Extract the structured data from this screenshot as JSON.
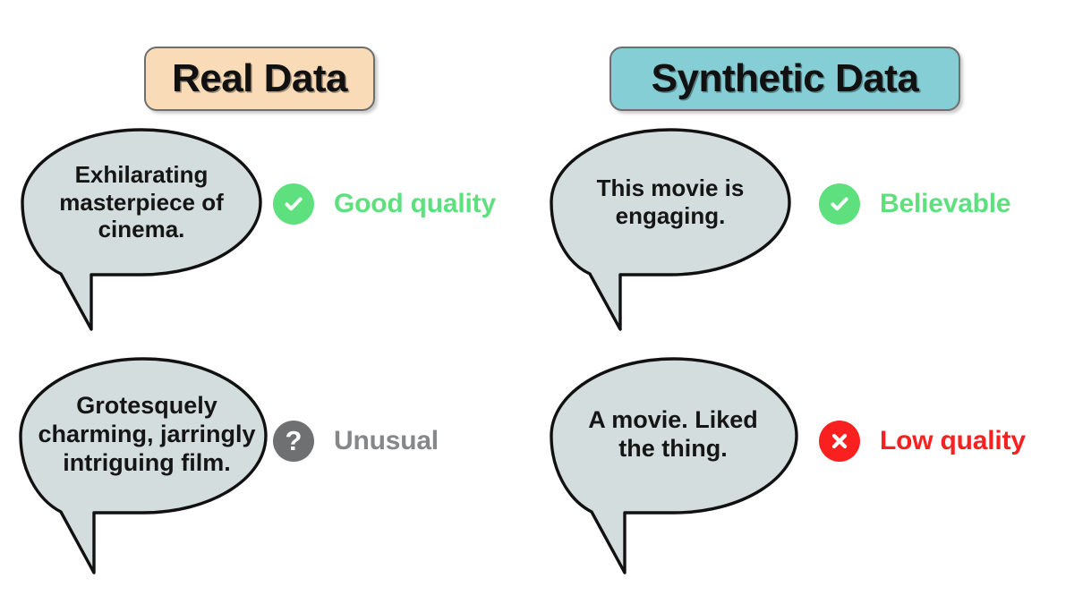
{
  "page": {
    "background": "#ffffff",
    "bubble_fill": "#d3dddd",
    "bubble_stroke": "#111111"
  },
  "columns": [
    {
      "id": "real",
      "title": "Real Data",
      "badge_bg": "#f9dcb7",
      "badge_border": "#6e6e6e"
    },
    {
      "id": "synthetic",
      "title": "Synthetic Data",
      "badge_bg": "#85ced5",
      "badge_border": "#6e6e6e"
    }
  ],
  "examples": [
    {
      "column": "real",
      "row": "top",
      "quote": "Exhilarating masterpiece of cinema.",
      "verdict_label": "Good quality",
      "verdict_icon": "check-circle-icon",
      "verdict_color": "#5fe07f",
      "icon_glyph": "check"
    },
    {
      "column": "synthetic",
      "row": "top",
      "quote": "This movie is engaging.",
      "verdict_label": "Believable",
      "verdict_icon": "check-circle-icon",
      "verdict_color": "#5fe07f",
      "icon_glyph": "check"
    },
    {
      "column": "real",
      "row": "bottom",
      "quote": "Grotesquely charming, jarringly intriguing film.",
      "verdict_label": "Unusual",
      "verdict_icon": "question-circle-icon",
      "verdict_color": "#6e7071",
      "icon_glyph": "?"
    },
    {
      "column": "synthetic",
      "row": "bottom",
      "quote": "A movie. Liked the thing.",
      "verdict_label": "Low quality",
      "verdict_icon": "x-circle-icon",
      "verdict_color": "#fa2020",
      "icon_glyph": "cross"
    }
  ]
}
